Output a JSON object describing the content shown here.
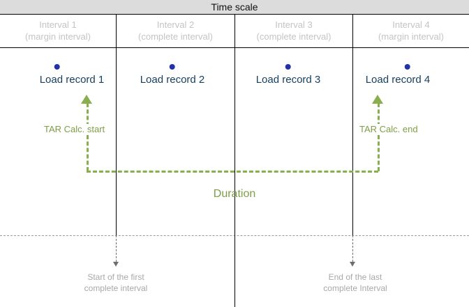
{
  "header": {
    "title": "Time scale"
  },
  "intervals": [
    {
      "name": "Interval  1",
      "sub": "(margin interval)"
    },
    {
      "name": "Interval  2",
      "sub": "(complete interval)"
    },
    {
      "name": "Interval  3",
      "sub": "(complete interval)"
    },
    {
      "name": "Interval  4",
      "sub": "(margin interval)"
    }
  ],
  "records": [
    {
      "label": "Load record 1",
      "marker": "blue-dot"
    },
    {
      "label": "Load record 2",
      "marker": "blue-dot"
    },
    {
      "label": "Load record 3",
      "marker": "blue-dot"
    },
    {
      "label": "Load record 4",
      "marker": "blue-dot"
    }
  ],
  "duration": {
    "start_label": "TAR Calc. start",
    "end_label": "TAR Calc. end",
    "span_label": "Duration"
  },
  "callouts": {
    "left": "Start of the first\ncomplete interval",
    "left_line1": "Start of the first",
    "left_line2": "complete interval",
    "right_line1": "End of the last",
    "right_line2": "complete Interval"
  },
  "colors": {
    "header_band": "#dcdcdc",
    "title_text": "#111111",
    "interval_text": "#c4c4c4",
    "record_text": "#16405f",
    "record_dot": "#2432a8",
    "duration_green": "#8aad4e",
    "duration_text": "#7d9e47",
    "callout_text": "#a8a8a8",
    "grid_line": "#000000",
    "dotted_line": "#9a9a9a"
  }
}
